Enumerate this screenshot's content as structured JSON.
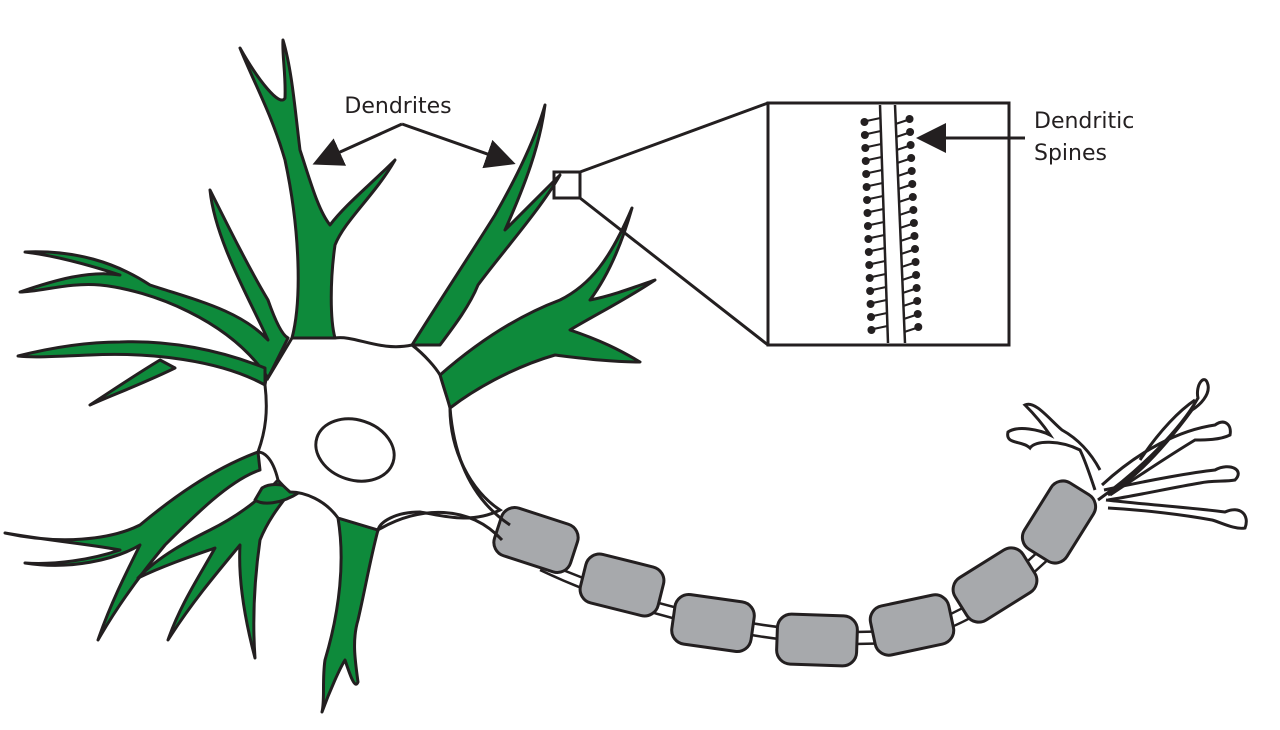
{
  "labels": {
    "dendrites": "Dendrites",
    "dendritic_spines_line1": "Dendritic",
    "dendritic_spines_line2": "Spines"
  },
  "colors": {
    "dendrite_fill": "#0e8a3b",
    "myelin_fill": "#a7a9ac",
    "outline": "#231f20",
    "background": "#ffffff"
  }
}
